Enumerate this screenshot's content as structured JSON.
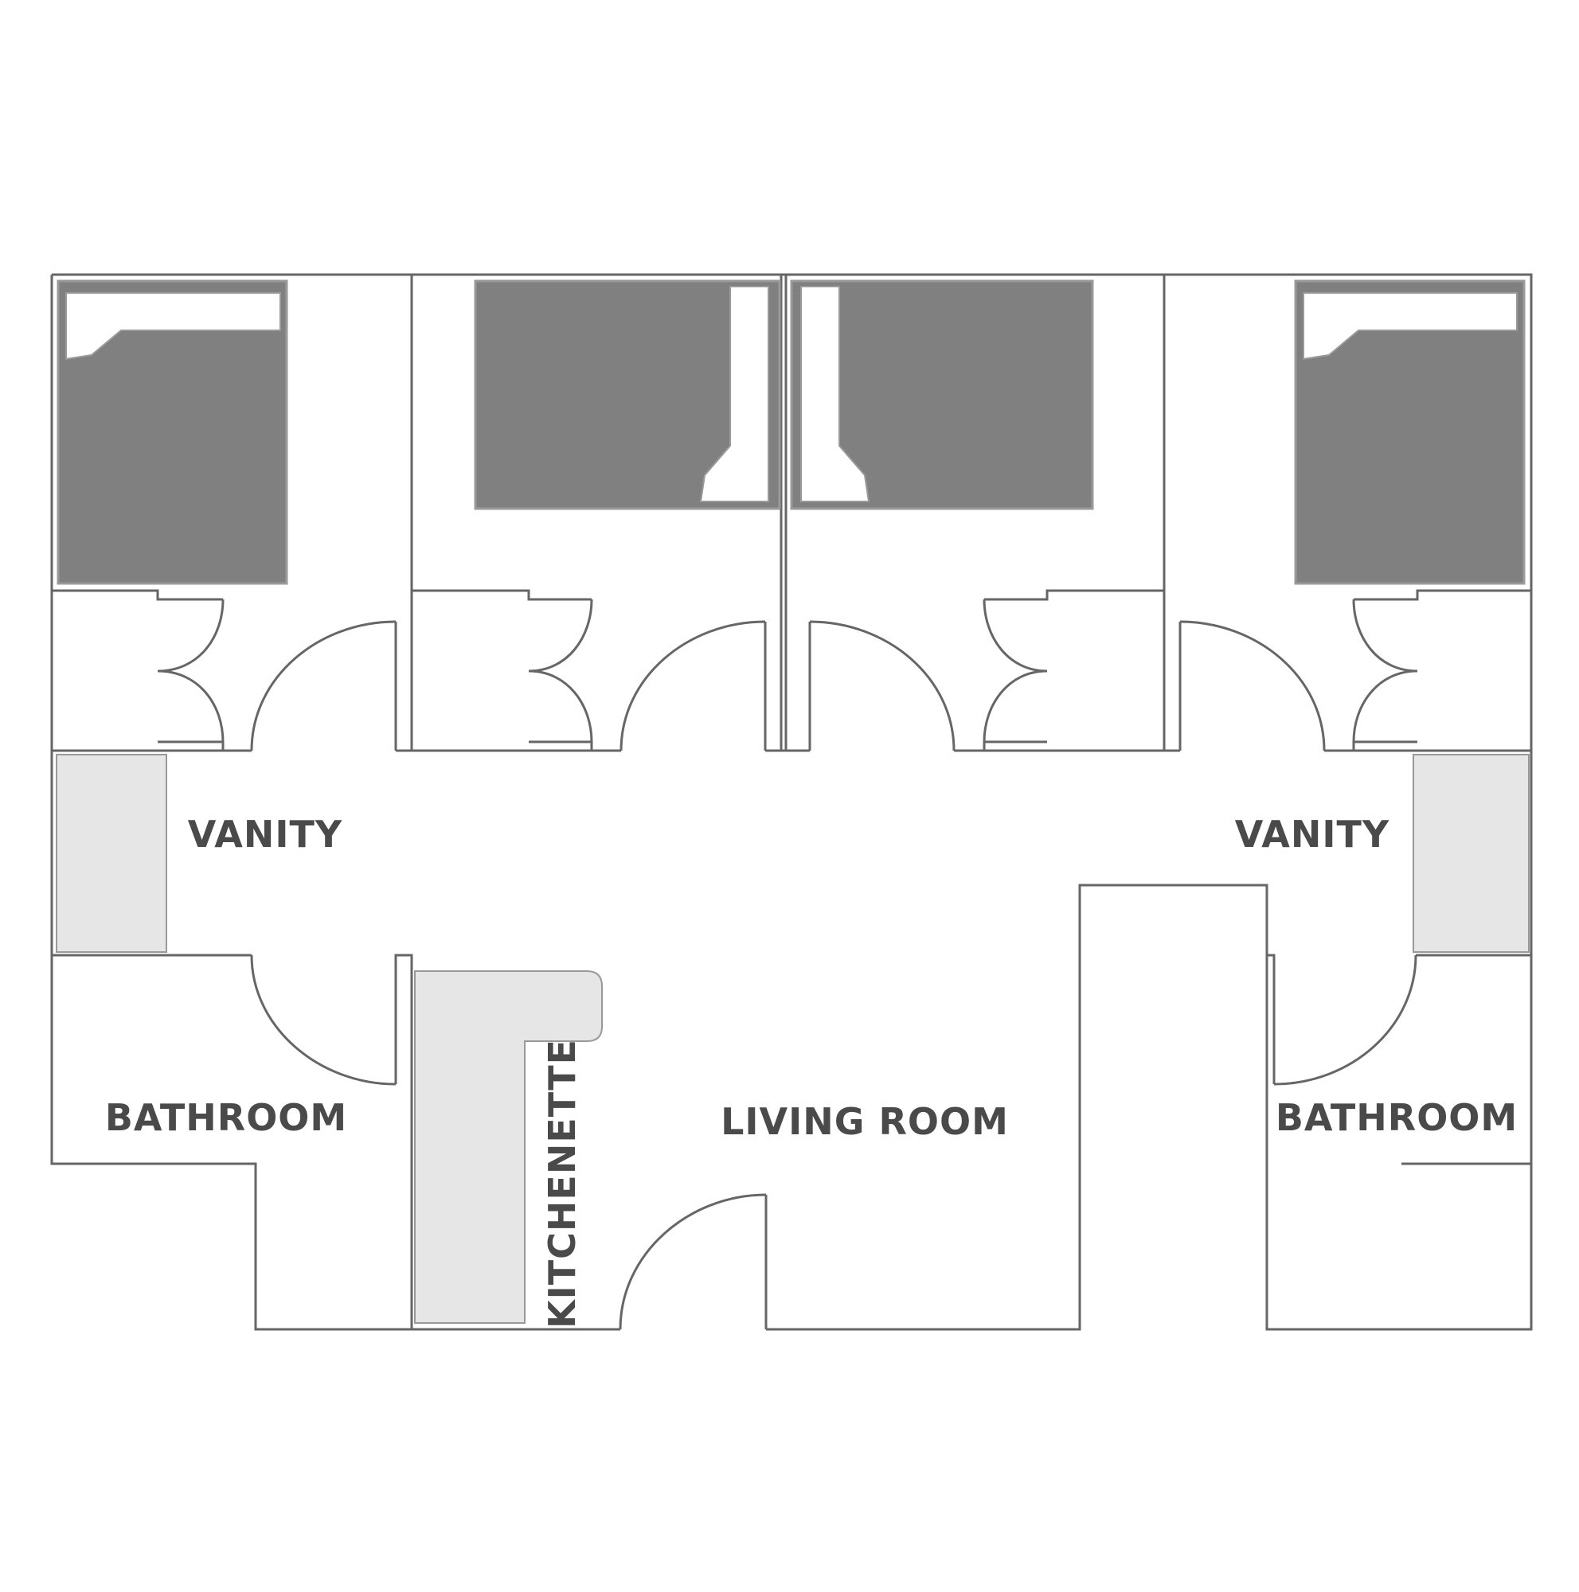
{
  "labels": {
    "vanity_left": "VANITY",
    "vanity_right": "VANITY",
    "bathroom_left": "BATHROOM",
    "bathroom_right": "BATHROOM",
    "kitchenette": "KITCHENETTE",
    "living_room": "LIVING ROOM"
  },
  "colors": {
    "wall": "#666666",
    "bed": "#808080",
    "counter": "#e6e6e6",
    "label": "#4a4a4a",
    "background": "#ffffff"
  }
}
